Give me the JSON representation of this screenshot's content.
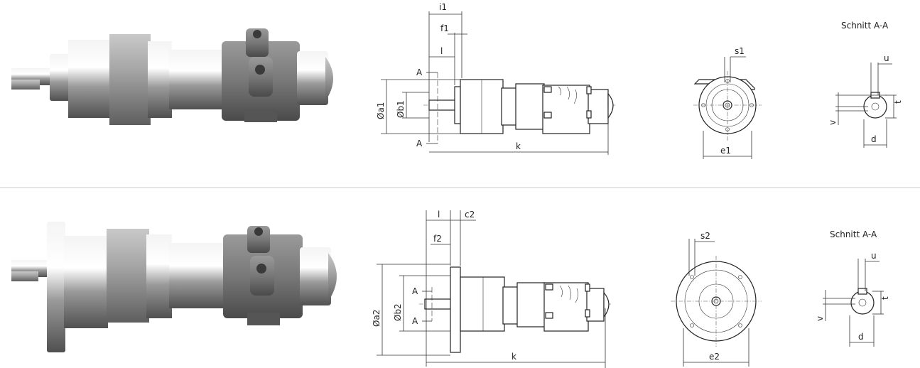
{
  "section_title": "Schnitt A-A",
  "labels": {
    "i1": "i1",
    "f1": "f1",
    "l": "l",
    "A": "A",
    "a1": "Øa1",
    "b1": "Øb1",
    "k": "k",
    "s1": "s1",
    "e1": "e1",
    "u": "u",
    "v": "v",
    "t": "t",
    "d": "d",
    "c2": "c2",
    "f2": "f2",
    "a2": "Øa2",
    "b2": "Øb2",
    "s2": "s2",
    "e2": "e2"
  },
  "colors": {
    "metal_light": "#e6e6e6",
    "metal_dark": "#8f8f8f",
    "casting": "#7a7a7a",
    "divider": "#cccccc"
  }
}
